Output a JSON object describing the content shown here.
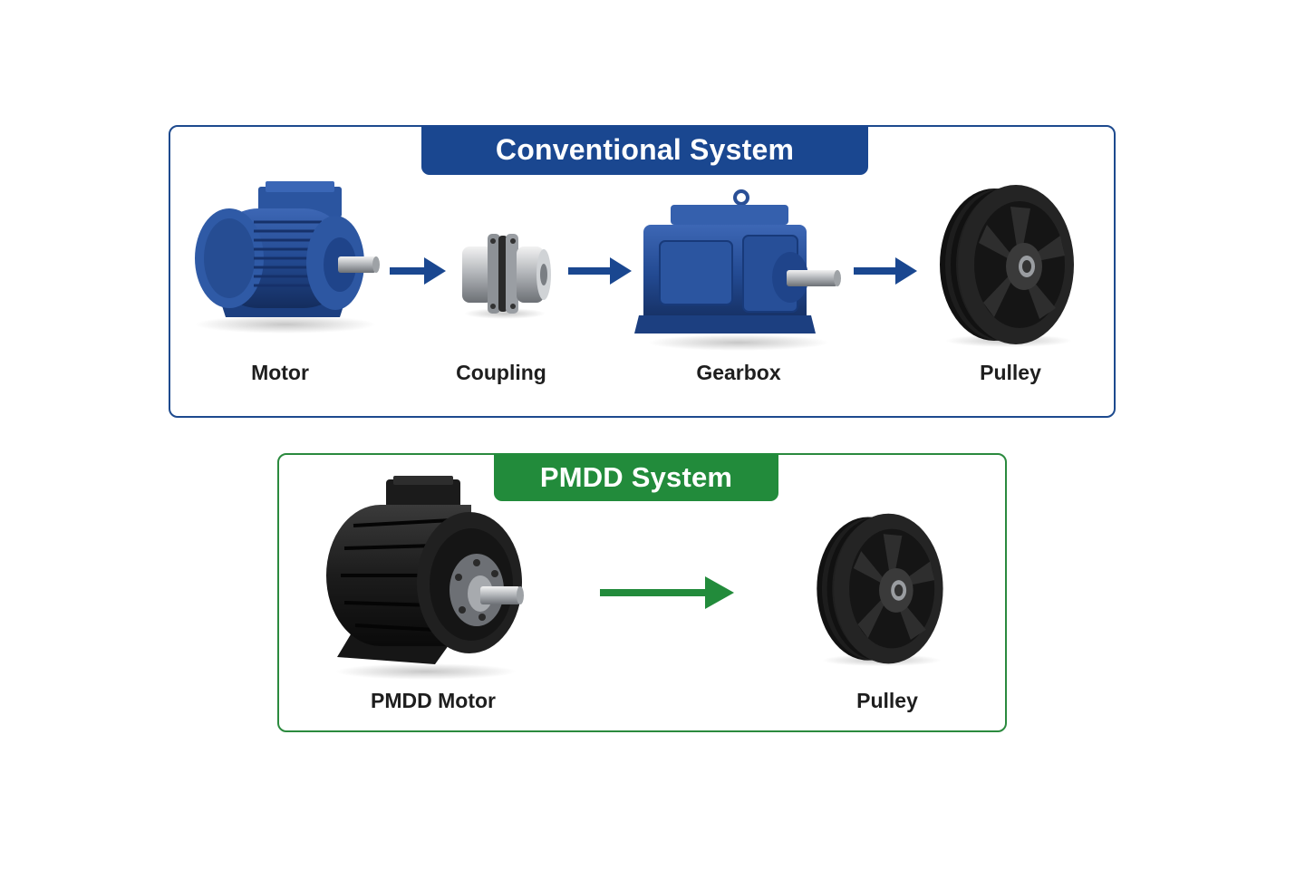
{
  "conventional": {
    "title": "Conventional System",
    "components": [
      {
        "label": "Motor",
        "icon": "blue-motor-icon"
      },
      {
        "label": "Coupling",
        "icon": "coupling-icon"
      },
      {
        "label": "Gearbox",
        "icon": "gearbox-icon"
      },
      {
        "label": "Pulley",
        "icon": "pulley-icon"
      }
    ],
    "color": "#1a4790"
  },
  "pmdd": {
    "title": "PMDD System",
    "components": [
      {
        "label": "PMDD Motor",
        "icon": "black-motor-icon"
      },
      {
        "label": "Pulley",
        "icon": "pulley-icon"
      }
    ],
    "color": "#228b3b"
  }
}
